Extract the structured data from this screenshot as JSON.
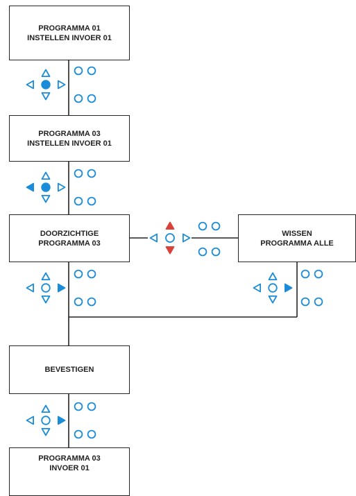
{
  "colors": {
    "accent": "#1a8cd8",
    "alert": "#d9423b",
    "line": "#222222"
  },
  "boxes": [
    {
      "id": "programma-01-instellen-invoer-01",
      "lines": [
        "PROGRAMMA 01",
        "INSTELLEN INVOER 01"
      ]
    },
    {
      "id": "programma-03-instellen-invoer-01",
      "lines": [
        "PROGRAMMA 03",
        "INSTELLEN INVOER 01"
      ]
    },
    {
      "id": "doorzichtige-programma-03",
      "lines": [
        "DOORZICHTIGE",
        "PROGRAMMA 03"
      ]
    },
    {
      "id": "wissen-programma-alle",
      "lines": [
        "WISSEN",
        "PROGRAMMA ALLE"
      ]
    },
    {
      "id": "bevestigen",
      "lines": [
        "BEVESTIGEN"
      ]
    },
    {
      "id": "programma-03-invoer-01",
      "lines": [
        "PROGRAMMA 03",
        "INVOER 01"
      ]
    }
  ],
  "keypads": [
    {
      "id": "keypad-1",
      "active": "center"
    },
    {
      "id": "keypad-2",
      "active": "left-center"
    },
    {
      "id": "keypad-3",
      "active": "right"
    },
    {
      "id": "keypad-4",
      "active": "right"
    },
    {
      "id": "keypad-5",
      "active": "right"
    },
    {
      "id": "keypad-6",
      "active": "up-down"
    }
  ]
}
